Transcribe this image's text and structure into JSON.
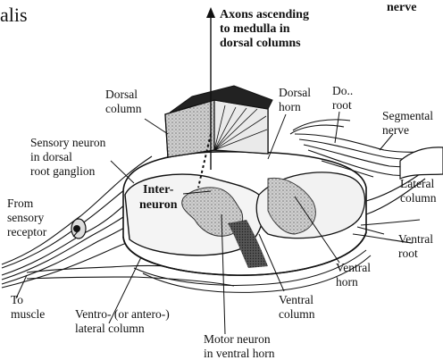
{
  "title_fragment": "alis",
  "top_right_fragment": "nerve",
  "labels": {
    "axons_ascending": [
      "Axons ascending",
      "to  medulla in",
      "dorsal columns"
    ],
    "dorsal_column": [
      "Dorsal",
      "column"
    ],
    "dorsal_horn": [
      "Dorsal",
      "horn"
    ],
    "dorsal_root": [
      "Do..",
      "root"
    ],
    "segmental_nerve": [
      "Segmental",
      "nerve"
    ],
    "sensory_neuron": [
      "Sensory neuron",
      "in dorsal",
      "root ganglion"
    ],
    "interneuron": [
      "Inter-",
      "neuron"
    ],
    "from_sensory_receptor": [
      "From",
      "sensory",
      "receptor"
    ],
    "lateral_column": [
      "Lateral",
      "column"
    ],
    "ventral_root": [
      "Ventral",
      "root"
    ],
    "ventral_horn": [
      "Ventral",
      "horn"
    ],
    "to_muscle": [
      "To",
      "muscle"
    ],
    "ventral_column": [
      "Ventral",
      "column"
    ],
    "ventrolateral_column": [
      "Ventro- (or antero-)",
      "lateral column"
    ],
    "motor_neuron": [
      "Motor neuron",
      "in ventral horn"
    ]
  }
}
